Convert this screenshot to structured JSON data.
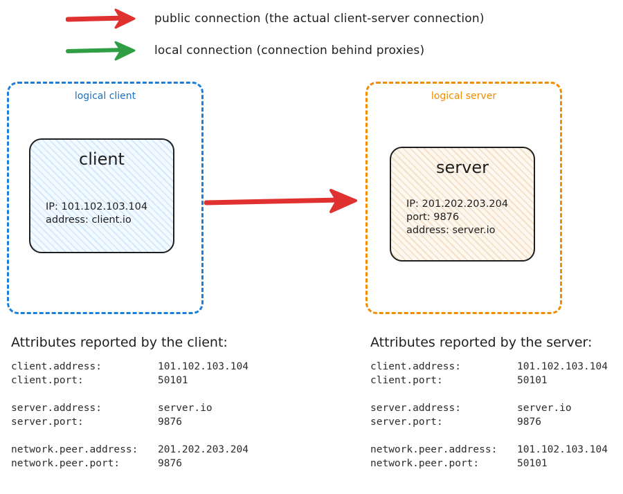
{
  "colors": {
    "public_arrow": "#e03131",
    "local_arrow": "#2f9e44",
    "client_accent": "#1971c2",
    "server_accent": "#f08c00",
    "stroke": "#1e1e1e"
  },
  "legend": [
    {
      "arrow_icon": "red-right-arrow-icon",
      "color": "#e03131",
      "label": "public connection (the actual client-server connection)"
    },
    {
      "arrow_icon": "green-right-arrow-icon",
      "color": "#2f9e44",
      "label": "local connection (connection behind proxies)"
    }
  ],
  "client_container": {
    "label": "logical client",
    "node": {
      "title": "client",
      "lines": [
        "IP: 101.102.103.104",
        "address: client.io"
      ]
    }
  },
  "server_container": {
    "label": "logical server",
    "node": {
      "title": "server",
      "lines": [
        "IP: 201.202.203.204",
        "port: 9876",
        "address: server.io"
      ]
    }
  },
  "main_connection": {
    "icon": "red-right-arrow-icon",
    "color": "#e03131",
    "from": "client",
    "to": "server"
  },
  "client_attributes": {
    "heading": "Attributes reported by the client:",
    "groups": [
      [
        {
          "key": "client.address:",
          "value": "101.102.103.104"
        },
        {
          "key": "client.port:",
          "value": "50101"
        }
      ],
      [
        {
          "key": "server.address:",
          "value": "server.io"
        },
        {
          "key": "server.port:",
          "value": "9876"
        }
      ],
      [
        {
          "key": "network.peer.address:",
          "value": "201.202.203.204"
        },
        {
          "key": "network.peer.port:",
          "value": "9876"
        }
      ]
    ]
  },
  "server_attributes": {
    "heading": "Attributes reported by the server:",
    "groups": [
      [
        {
          "key": "client.address:",
          "value": "101.102.103.104"
        },
        {
          "key": "client.port:",
          "value": "50101"
        }
      ],
      [
        {
          "key": "server.address:",
          "value": "server.io"
        },
        {
          "key": "server.port:",
          "value": "9876"
        }
      ],
      [
        {
          "key": "network.peer.address:",
          "value": "101.102.103.104"
        },
        {
          "key": "network.peer.port:",
          "value": "50101"
        }
      ]
    ]
  }
}
